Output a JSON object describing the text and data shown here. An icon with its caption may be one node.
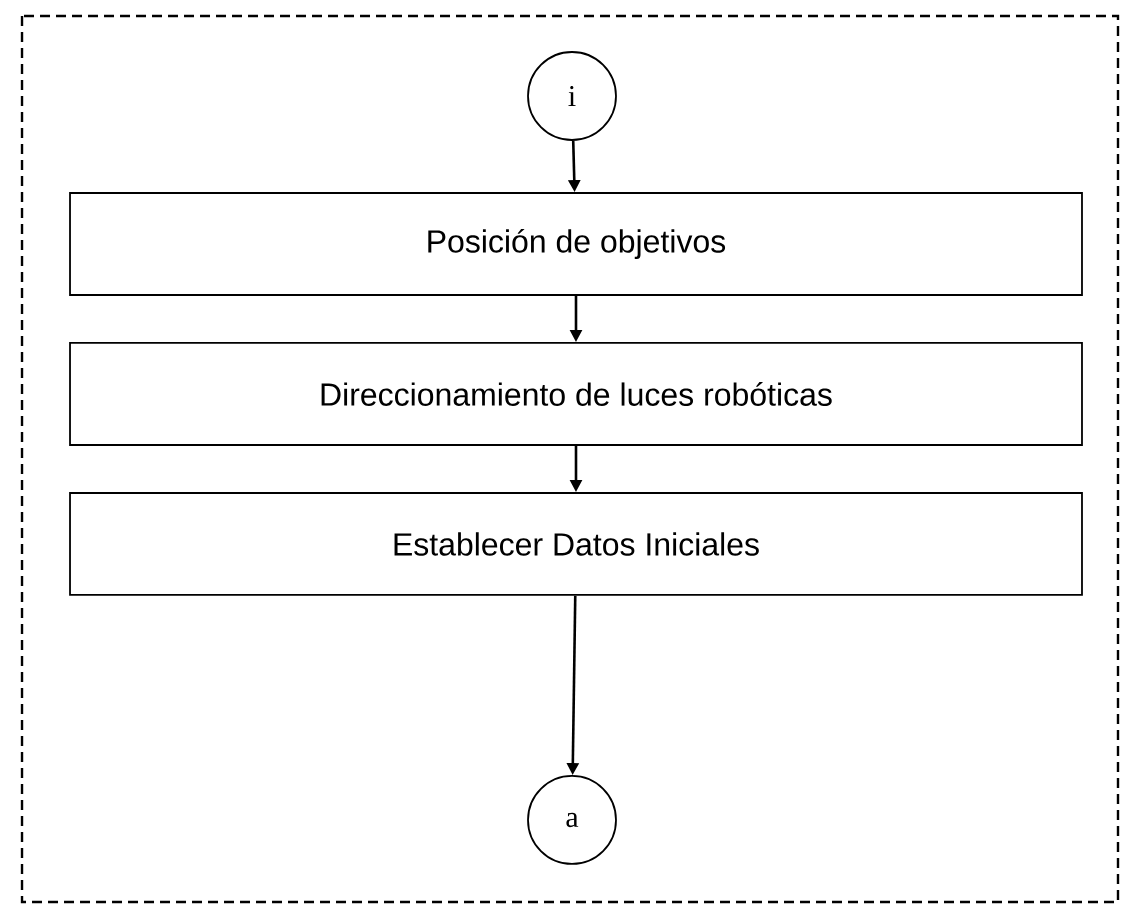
{
  "diagram": {
    "nodes": [
      {
        "text": [
          "i"
        ]
      },
      {
        "text": [
          "Posición de objetivos"
        ]
      },
      {
        "text": [
          "Direccionamiento de luces robóticas"
        ]
      },
      {
        "text": [
          "Establecer Datos Iniciales"
        ]
      },
      {
        "text": [
          "a"
        ]
      }
    ],
    "edges": [
      {
        "from": 0,
        "to": 1,
        "arrow": "to"
      },
      {
        "from": 1,
        "to": 2,
        "arrow": "to"
      },
      {
        "from": 2,
        "to": 3,
        "arrow": "to"
      },
      {
        "from": 3,
        "to": 4,
        "arrow": "to"
      }
    ]
  }
}
